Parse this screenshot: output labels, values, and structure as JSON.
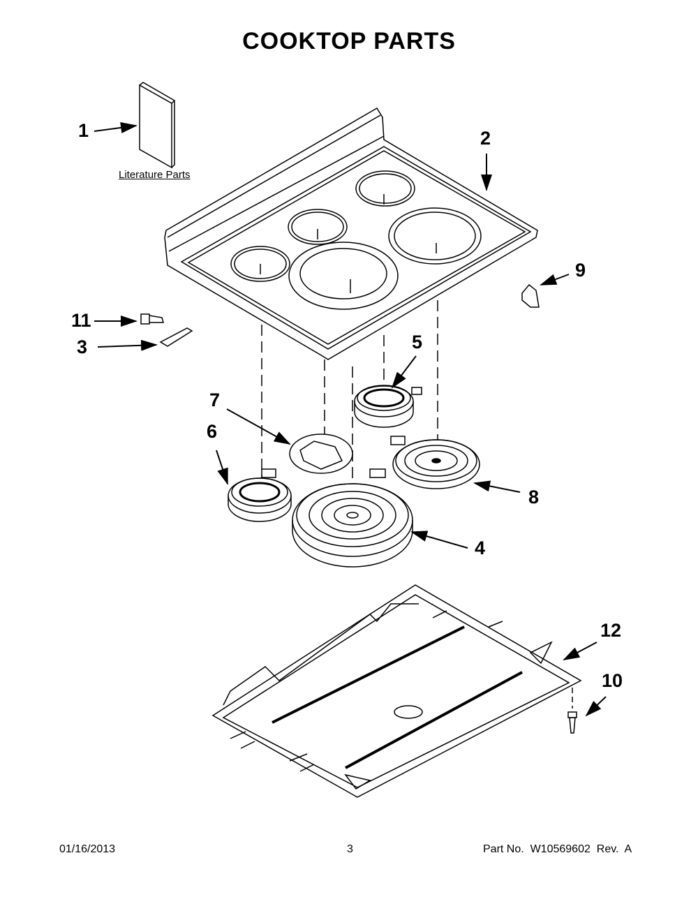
{
  "title": "COOKTOP PARTS",
  "literature_label": "Literature Parts",
  "callouts": {
    "c1": "1",
    "c2": "2",
    "c3": "3",
    "c4": "4",
    "c5": "5",
    "c6": "6",
    "c7": "7",
    "c8": "8",
    "c9": "9",
    "c10": "10",
    "c11": "11",
    "c12": "12"
  },
  "footer": {
    "date": "01/16/2013",
    "page": "3",
    "part_no": "Part No.  W10569602  Rev.  A"
  }
}
